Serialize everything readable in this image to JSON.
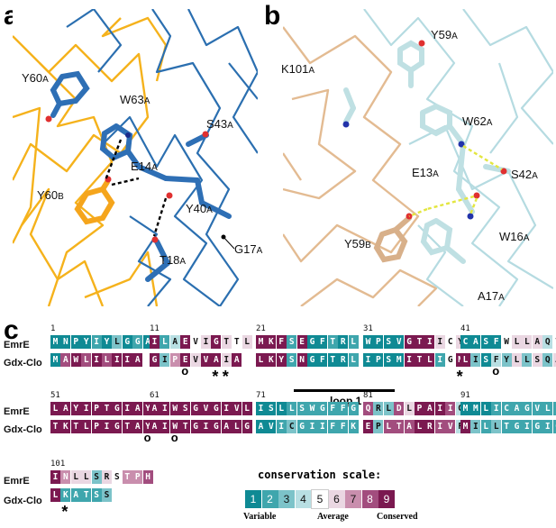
{
  "panels": {
    "a": "a",
    "b": "b",
    "c": "c"
  },
  "panel_a": {
    "labels": [
      {
        "id": "y60a",
        "main": "Y60",
        "sub": "A"
      },
      {
        "id": "w63a",
        "main": "W63",
        "sub": "A"
      },
      {
        "id": "s43a",
        "main": "S43",
        "sub": "A"
      },
      {
        "id": "e14a",
        "main": "E14",
        "sub": "A"
      },
      {
        "id": "y60b",
        "main": "Y60",
        "sub": "B"
      },
      {
        "id": "y40a",
        "main": "Y40",
        "sub": "A"
      },
      {
        "id": "t18a",
        "main": "T18",
        "sub": "A"
      },
      {
        "id": "g17a",
        "main": "G17",
        "sub": "A"
      }
    ]
  },
  "panel_b": {
    "labels": [
      {
        "id": "y59a",
        "main": "Y59",
        "sub": "A"
      },
      {
        "id": "k101a",
        "main": "K101",
        "sub": "A"
      },
      {
        "id": "w62a",
        "main": "W62",
        "sub": "A"
      },
      {
        "id": "e13a",
        "main": "E13",
        "sub": "A"
      },
      {
        "id": "s42a",
        "main": "S42",
        "sub": "A"
      },
      {
        "id": "y59b",
        "main": "Y59",
        "sub": "B"
      },
      {
        "id": "w16a",
        "main": "W16",
        "sub": "A"
      },
      {
        "id": "a17a",
        "main": "A17",
        "sub": "A"
      }
    ]
  },
  "alignment": {
    "row_names": [
      "EmrE",
      "Gdx-Clo"
    ],
    "blocks": [
      {
        "start": "1",
        "emre": "MNPYIYLGGA",
        "gdx": "MAWLILIIA",
        "ce": [
          1,
          1,
          1,
          1,
          2,
          1,
          3,
          1,
          2,
          1
        ],
        "cg": [
          1,
          8,
          9,
          8,
          9,
          8,
          9,
          9,
          9
        ]
      },
      {
        "start": "11",
        "emre": "ILAEVIGTTL",
        "gdx": "GIPEVVAIA",
        "ce": [
          9,
          2,
          4,
          9,
          5,
          6,
          9,
          6,
          5,
          6
        ],
        "cg": [
          9,
          3,
          7,
          9,
          6,
          9,
          9,
          6,
          9
        ],
        "marks": [
          {
            "col": 3,
            "ch": "o"
          },
          {
            "col": 6,
            "ch": "*"
          },
          {
            "col": 7,
            "ch": "*"
          }
        ]
      },
      {
        "start": "21",
        "emre": "MKFSEGFTRL",
        "gdx": "LKYSNGFTRL",
        "ce": [
          9,
          9,
          9,
          2,
          9,
          1,
          1,
          2,
          1,
          2
        ],
        "cg": [
          9,
          9,
          9,
          2,
          9,
          1,
          1,
          1,
          1,
          2
        ]
      },
      {
        "start": "31",
        "emre": "WPSVGTIICY",
        "gdx": "IPSMITLIGM",
        "ce": [
          1,
          1,
          1,
          1,
          9,
          9,
          9,
          6,
          5,
          6
        ],
        "cg": [
          1,
          1,
          1,
          1,
          9,
          9,
          9,
          2,
          5,
          9
        ],
        "marks": [
          {
            "col": 9,
            "ch": "*"
          }
        ]
      },
      {
        "start": "41",
        "emre": "CASFWLLAQT",
        "gdx": "LISFYLLSQA",
        "ce": [
          1,
          1,
          1,
          1,
          5,
          6,
          6,
          6,
          4,
          5
        ],
        "cg": [
          9,
          3,
          1,
          4,
          3,
          6,
          3,
          6,
          3,
          6
        ],
        "marks": [
          {
            "col": 3,
            "ch": "o"
          }
        ]
      },
      {
        "start": "51",
        "emre": "LAYIPTGIAY",
        "gdx": "TKTLPIGTAY",
        "ce": [
          9,
          9,
          9,
          9,
          9,
          9,
          9,
          9,
          9,
          9
        ],
        "cg": [
          9,
          9,
          9,
          9,
          9,
          9,
          9,
          9,
          9,
          9
        ],
        "marks": [
          {
            "col": 9,
            "ch": "o"
          }
        ]
      },
      {
        "start": "61",
        "emre": "AIWSGVGIVL",
        "gdx": "AIWTGIGALG",
        "ce": [
          9,
          9,
          9,
          9,
          9,
          9,
          9,
          9,
          9,
          9
        ],
        "cg": [
          9,
          9,
          9,
          9,
          9,
          9,
          9,
          9,
          9,
          9
        ],
        "marks": [
          {
            "col": 2,
            "ch": "o"
          }
        ]
      },
      {
        "start": "71",
        "emre": "ISLLSWGFFG",
        "gdx": "AVICGIIFFK",
        "ce": [
          1,
          1,
          1,
          2,
          2,
          2,
          2,
          2,
          2,
          2
        ],
        "cg": [
          1,
          1,
          2,
          3,
          2,
          2,
          2,
          2,
          2,
          2
        ]
      },
      {
        "start": "81",
        "emre": "QRLDLPAIIG",
        "gdx": "EPLTALRIVF",
        "ce": [
          8,
          3,
          3,
          8,
          6,
          9,
          9,
          9,
          8,
          4
        ],
        "cg": [
          9,
          3,
          8,
          8,
          8,
          9,
          9,
          8,
          8,
          4
        ]
      },
      {
        "start": "91",
        "emre": "MMLICAGVLI",
        "gdx": "MILLTGIGIG",
        "ce": [
          1,
          1,
          1,
          2,
          2,
          2,
          2,
          2,
          2,
          2
        ],
        "cg": [
          9,
          3,
          2,
          3,
          2,
          2,
          2,
          2,
          2,
          2
        ]
      },
      {
        "start": "101",
        "emre": "INLLSRSTPH",
        "gdx": "LKATSS",
        "ce": [
          9,
          7,
          6,
          6,
          3,
          6,
          5,
          7,
          7,
          8
        ],
        "cg": [
          9,
          2,
          2,
          2,
          2,
          3
        ],
        "marks": [
          {
            "col": 1,
            "ch": "*"
          }
        ]
      }
    ],
    "loop_label": "loop 1",
    "scale": {
      "title": "conservation scale:",
      "values": [
        "1",
        "2",
        "3",
        "4",
        "5",
        "6",
        "7",
        "8",
        "9"
      ],
      "colors": [
        "#0f8a94",
        "#3fa6ad",
        "#7cc3c9",
        "#b8dfe3",
        "#ffffff",
        "#ead7e2",
        "#c98ead",
        "#a24d7e",
        "#7b1950"
      ],
      "left": "Variable",
      "middle": "Average",
      "right": "Conserved"
    }
  }
}
